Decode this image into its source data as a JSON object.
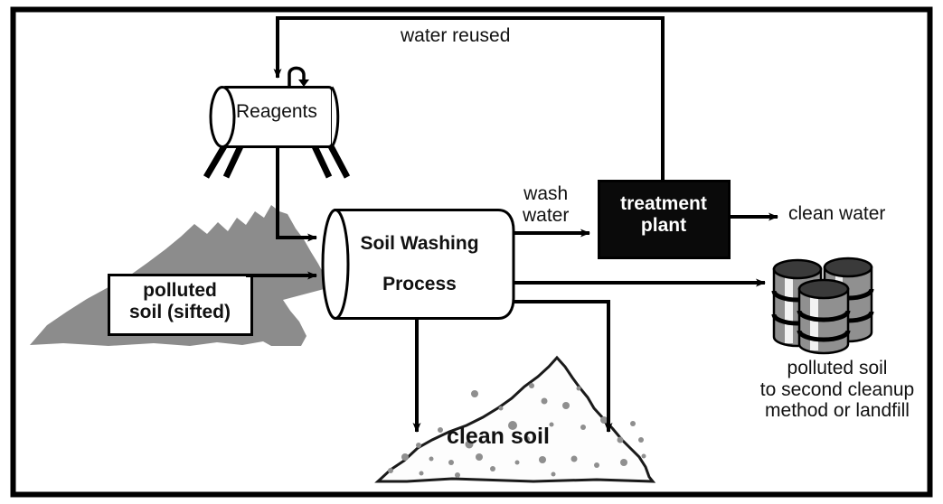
{
  "diagram": {
    "title": "Soil Washing Process",
    "frame": {
      "border_color": "#000000",
      "background": "#ffffff"
    },
    "colors": {
      "line": "#000000",
      "polluted_soil_fill": "#8c8c8c",
      "clean_soil_fill": "#fdfdfd",
      "clean_soil_speck": "#8f8f8f",
      "treatment_plant_fill": "#0a0a0a",
      "treatment_plant_text": "#ffffff",
      "drum_body": "#909090",
      "drum_top": "#3a3a3a",
      "drum_highlight": "#f2f2f2"
    },
    "nodes": {
      "reagents_tank": {
        "label": "Reagents",
        "shape": "horizontal-cylinder-tank"
      },
      "soil_washing_process": {
        "line1": "Soil Washing",
        "line2": "Process",
        "shape": "horizontal-cylinder"
      },
      "treatment_plant": {
        "label": "treatment\nplant",
        "shape": "filled-rectangle"
      },
      "polluted_soil_pile": {
        "label": "polluted\nsoil (sifted)",
        "shape": "soil-pile"
      },
      "clean_soil_pile": {
        "label": "clean soil",
        "shape": "soil-pile-speckled"
      },
      "waste_drums": {
        "caption": "polluted soil\nto second cleanup\nmethod or landfill",
        "shape": "three-drums"
      }
    },
    "flow_labels": {
      "water_reused": "water reused",
      "wash_water": "wash\nwater",
      "clean_water": "clean water"
    }
  }
}
